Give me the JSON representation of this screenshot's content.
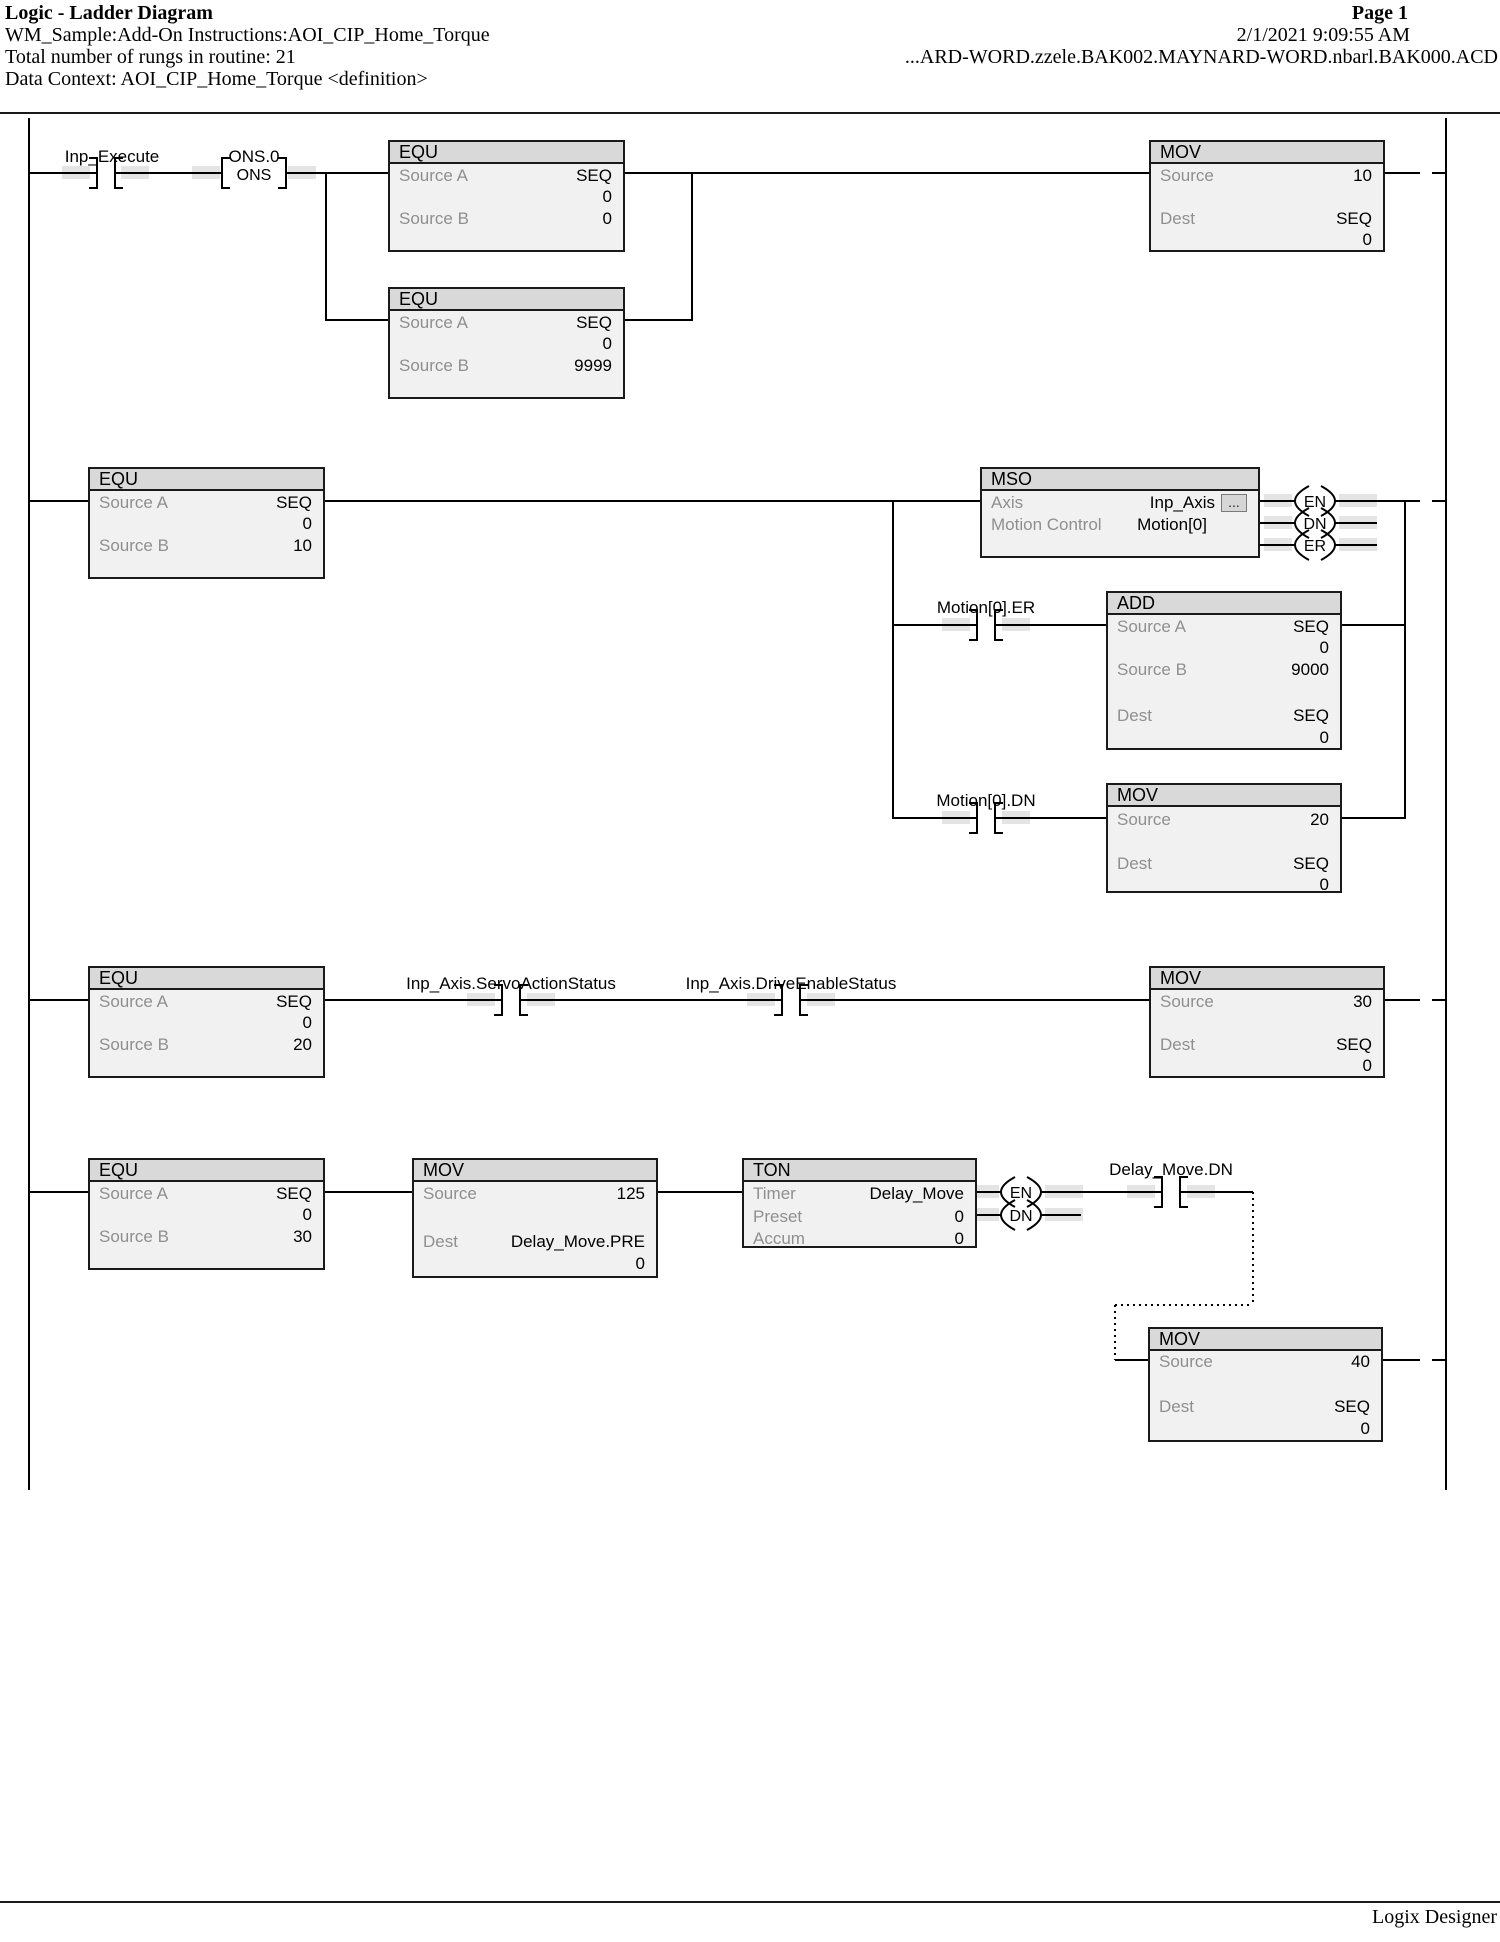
{
  "header": {
    "title": "Logic - Ladder Diagram",
    "page": "Page 1",
    "routine": "WM_Sample:Add-On Instructions:AOI_CIP_Home_Torque",
    "timestamp": "2/1/2021 9:09:55 AM",
    "rung_count": "Total number of rungs in routine: 21",
    "file": "...ARD-WORD.zzele.BAK002.MAYNARD-WORD.nbarl.BAK000.ACD",
    "context": "Data Context: AOI_CIP_Home_Torque <definition>"
  },
  "footer": {
    "app": "Logix Designer"
  },
  "colors": {
    "box_body": "#f1f1f1",
    "box_header": "#d9d9d9",
    "highlight": "#e4e4e4",
    "label_gray": "#8f8f8f",
    "wire": "#000000"
  },
  "r1": {
    "contact_label": "Inp_Execute",
    "ons_label": "ONS.0",
    "ons_text": "ONS",
    "equ1": {
      "name": "EQU",
      "rows": {
        "l1": "Source A",
        "v1": "SEQ",
        "v2": "0",
        "l3": "Source B",
        "v3": "0"
      }
    },
    "equ2": {
      "name": "EQU",
      "rows": {
        "l1": "Source A",
        "v1": "SEQ",
        "v2": "0",
        "l3": "Source B",
        "v3": "9999"
      }
    },
    "mov": {
      "name": "MOV",
      "rows": {
        "l1": "Source",
        "v1": "10",
        "l2": "Dest",
        "v2": "SEQ",
        "v3": "0"
      }
    }
  },
  "r2": {
    "equ": {
      "name": "EQU",
      "rows": {
        "l1": "Source A",
        "v1": "SEQ",
        "v2": "0",
        "l3": "Source B",
        "v3": "10"
      }
    },
    "mso": {
      "name": "MSO",
      "axis_label": "Axis",
      "axis_value": "Inp_Axis",
      "browse": "...",
      "mc_label": "Motion Control",
      "mc_value": "Motion[0]",
      "en": "EN",
      "dn": "DN",
      "er": "ER"
    },
    "er_contact_label": "Motion[0].ER",
    "add": {
      "name": "ADD",
      "rows": {
        "l1": "Source A",
        "v1": "SEQ",
        "v2": "0",
        "l3": "Source B",
        "v3": "9000",
        "l4": "Dest",
        "v4": "SEQ",
        "v5": "0"
      }
    },
    "dn_contact_label": "Motion[0].DN",
    "mov": {
      "name": "MOV",
      "rows": {
        "l1": "Source",
        "v1": "20",
        "l2": "Dest",
        "v2": "SEQ",
        "v3": "0"
      }
    }
  },
  "r3": {
    "equ": {
      "name": "EQU",
      "rows": {
        "l1": "Source A",
        "v1": "SEQ",
        "v2": "0",
        "l3": "Source B",
        "v3": "20"
      }
    },
    "servo_contact_label": "Inp_Axis.ServoActionStatus",
    "drive_contact_label": "Inp_Axis.DriveEnableStatus",
    "mov": {
      "name": "MOV",
      "rows": {
        "l1": "Source",
        "v1": "30",
        "l2": "Dest",
        "v2": "SEQ",
        "v3": "0"
      }
    }
  },
  "r4": {
    "equ": {
      "name": "EQU",
      "rows": {
        "l1": "Source A",
        "v1": "SEQ",
        "v2": "0",
        "l3": "Source B",
        "v3": "30"
      }
    },
    "mov_pre": {
      "name": "MOV",
      "rows": {
        "l1": "Source",
        "v1": "125",
        "l2": "Dest",
        "v2": "Delay_Move.PRE",
        "v3": "0"
      }
    },
    "ton": {
      "name": "TON",
      "timer_label": "Timer",
      "timer_value": "Delay_Move",
      "preset_label": "Preset",
      "preset_value": "0",
      "accum_label": "Accum",
      "accum_value": "0",
      "en": "EN",
      "dn": "DN"
    },
    "dn_contact_label": "Delay_Move.DN",
    "mov40": {
      "name": "MOV",
      "rows": {
        "l1": "Source",
        "v1": "40",
        "l2": "Dest",
        "v2": "SEQ",
        "v3": "0"
      }
    }
  }
}
